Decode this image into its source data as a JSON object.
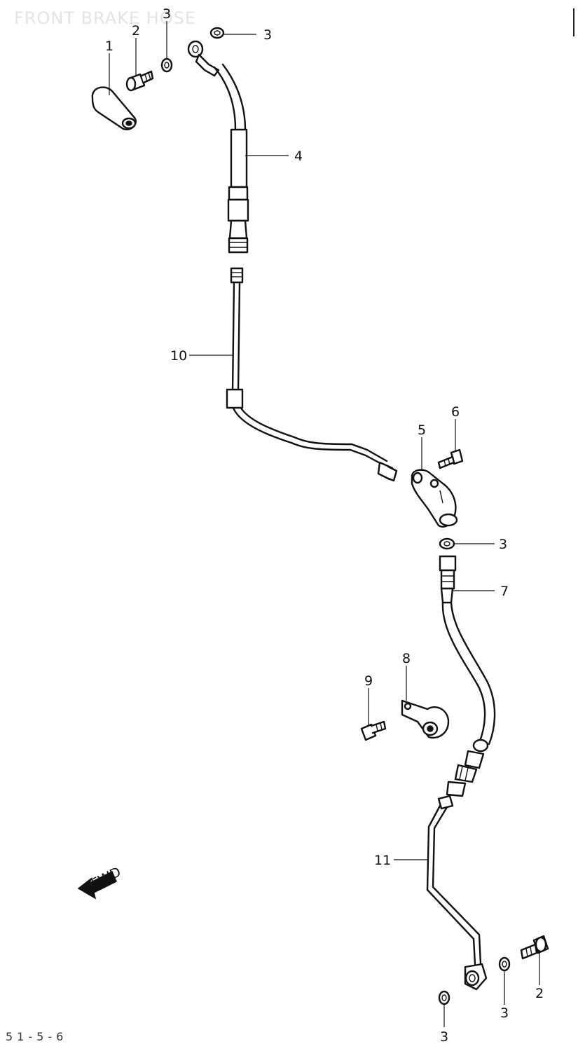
{
  "title": "FRONT BRAKE HOSE",
  "ref_code": "51-5-6",
  "fwd_label": "FWD",
  "callouts": [
    {
      "id": "c1",
      "label": "1"
    },
    {
      "id": "c2a",
      "label": "2"
    },
    {
      "id": "c3a",
      "label": "3"
    },
    {
      "id": "c3b",
      "label": "3"
    },
    {
      "id": "c4",
      "label": "4"
    },
    {
      "id": "c10",
      "label": "10"
    },
    {
      "id": "c5",
      "label": "5"
    },
    {
      "id": "c6",
      "label": "6"
    },
    {
      "id": "c3c",
      "label": "3"
    },
    {
      "id": "c7",
      "label": "7"
    },
    {
      "id": "c8",
      "label": "8"
    },
    {
      "id": "c9",
      "label": "9"
    },
    {
      "id": "c11",
      "label": "11"
    },
    {
      "id": "c2b",
      "label": "2"
    },
    {
      "id": "c3d",
      "label": "3"
    },
    {
      "id": "c3e",
      "label": "3"
    }
  ]
}
